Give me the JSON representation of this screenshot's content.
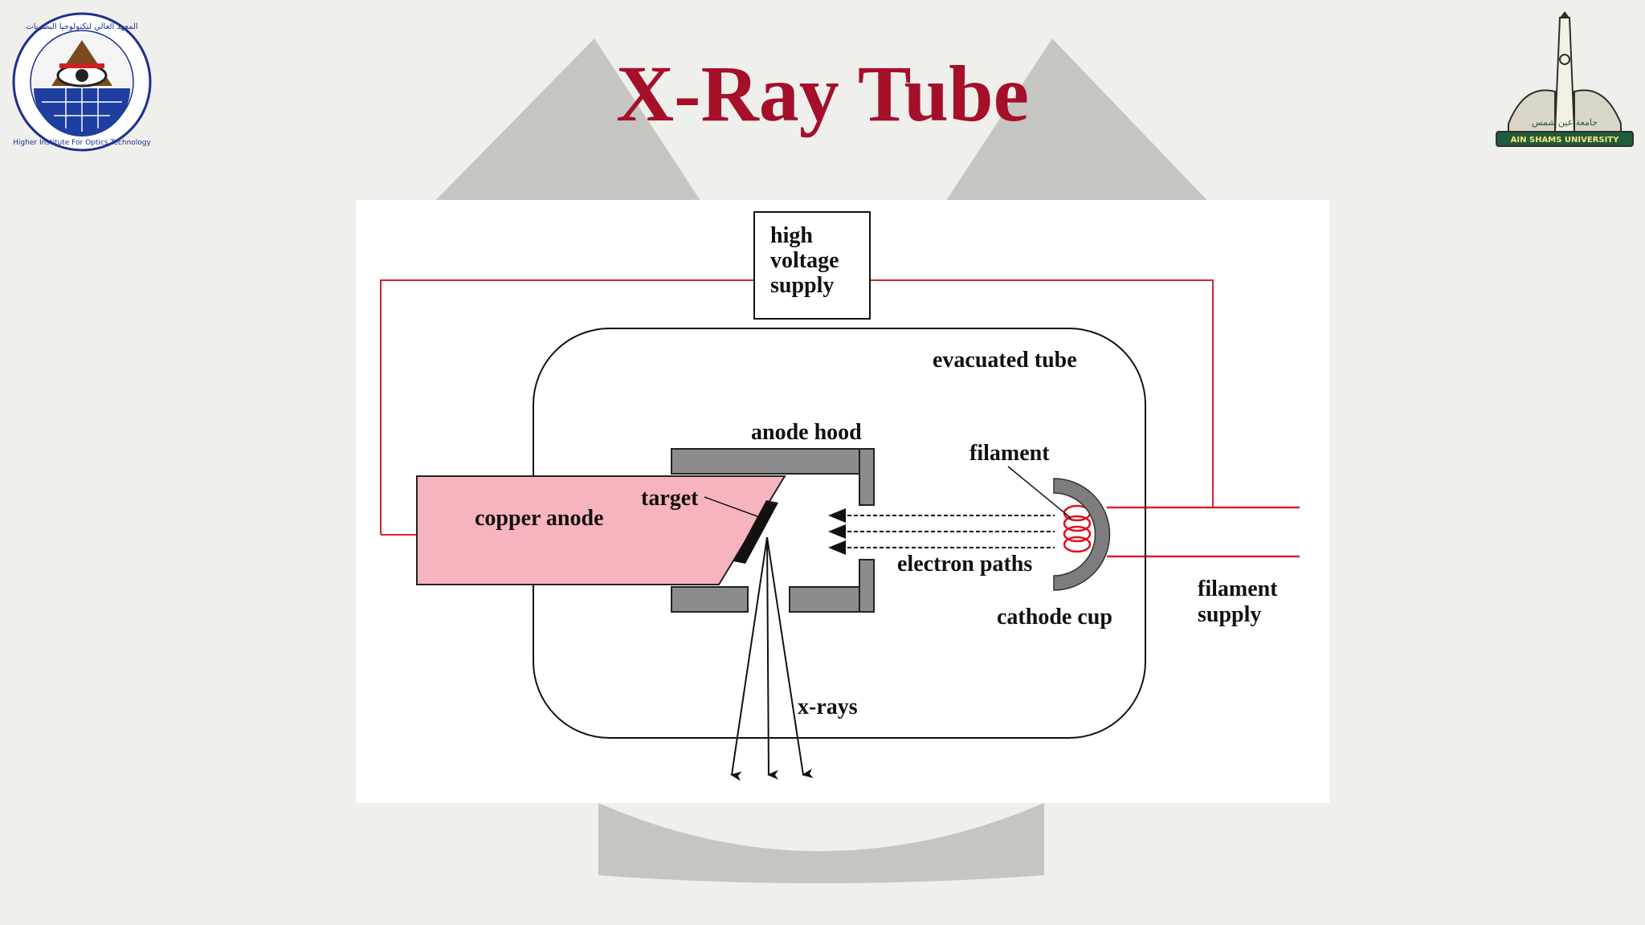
{
  "slide": {
    "title": "X-Ray Tube"
  },
  "logos": {
    "left": {
      "arabic_text": "المعهد العالي لتكنولوجيا البصريات",
      "english_text": "Higher Institute For Optics Technology"
    },
    "right": {
      "arabic_text": "جامعة عين شمس",
      "english_text": "AIN SHAMS UNIVERSITY"
    }
  },
  "diagram": {
    "labels": {
      "hv_line1": "high",
      "hv_line2": "voltage",
      "hv_line3": "supply",
      "evacuated_tube": "evacuated tube",
      "anode_hood": "anode hood",
      "filament": "filament",
      "copper_anode": "copper anode",
      "target": "target",
      "electron_paths": "electron paths",
      "cathode_cup": "cathode cup",
      "filament_supply_line1": "filament",
      "filament_supply_line2": "supply",
      "x_rays": "x-rays"
    },
    "colors": {
      "wire": "#d8222e",
      "copper_anode_fill": "#f7b4be",
      "hood_fill": "#8c8c8c",
      "cathode_cup_fill": "#7d7d7d",
      "filament_coil": "#e0101e",
      "title": "#a50f2a"
    }
  }
}
